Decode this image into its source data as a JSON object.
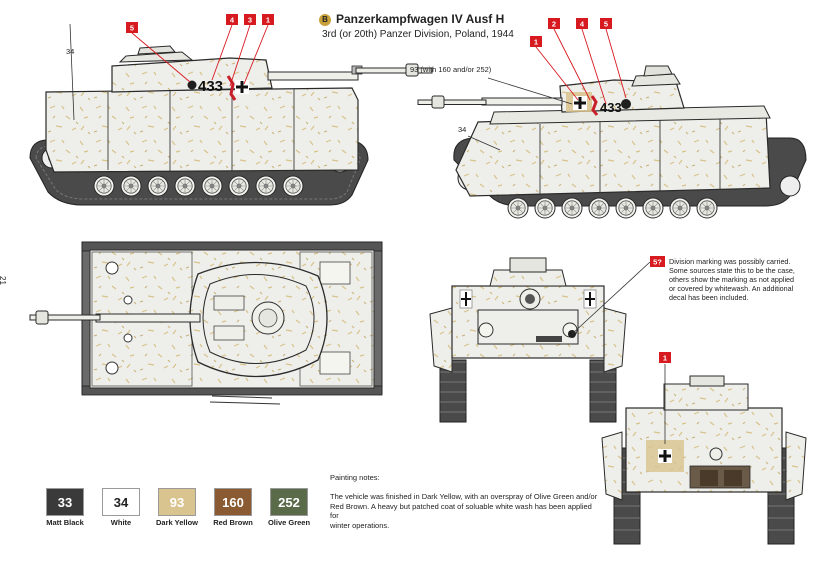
{
  "page_number": "21",
  "header": {
    "badge": "B",
    "title": "Panzerkampfwagen IV Ausf H",
    "subtitle": "3rd (or 20th) Panzer Division, Poland, 1944"
  },
  "markings": {
    "left_side": [
      "4",
      "3",
      "1",
      "5"
    ],
    "right_side": [
      "1",
      "2",
      "4",
      "5"
    ],
    "front": "5?",
    "rear": "1",
    "hull_number": "433"
  },
  "callouts": {
    "c34": "34",
    "c93": "93 (with 160 and/or 252)"
  },
  "division_note": {
    "lines": [
      "Division marking was possibly carried.",
      "Some sources state this to be the case,",
      "others show the marking as not applied",
      "or covered by whitewash. An additional",
      "decal has been included."
    ]
  },
  "painting_notes": {
    "heading": "Painting notes:",
    "lines": [
      "The vehicle was finished in Dark Yellow, with an overspray of Olive Green and/or",
      "Red Brown. A heavy but patched coat of soluable white wash has been applied for",
      "winter operations."
    ]
  },
  "swatches": [
    {
      "code": "33",
      "name": "Matt Black",
      "color": "#3a3a3a",
      "text_color": "#ffffff"
    },
    {
      "code": "34",
      "name": "White",
      "color": "#ffffff",
      "text_color": "#222222"
    },
    {
      "code": "93",
      "name": "Dark Yellow",
      "color": "#d9c38e",
      "text_color": "#ffffff"
    },
    {
      "code": "160",
      "name": "Red Brown",
      "color": "#8a5a33",
      "text_color": "#ffffff"
    },
    {
      "code": "252",
      "name": "Olive Green",
      "color": "#5a6b4a",
      "text_color": "#ffffff"
    }
  ],
  "colors": {
    "marker_red": "#d71920",
    "whitewash": "#eeeeea",
    "outline": "#2a2a2a",
    "track": "#4a4a4a"
  }
}
